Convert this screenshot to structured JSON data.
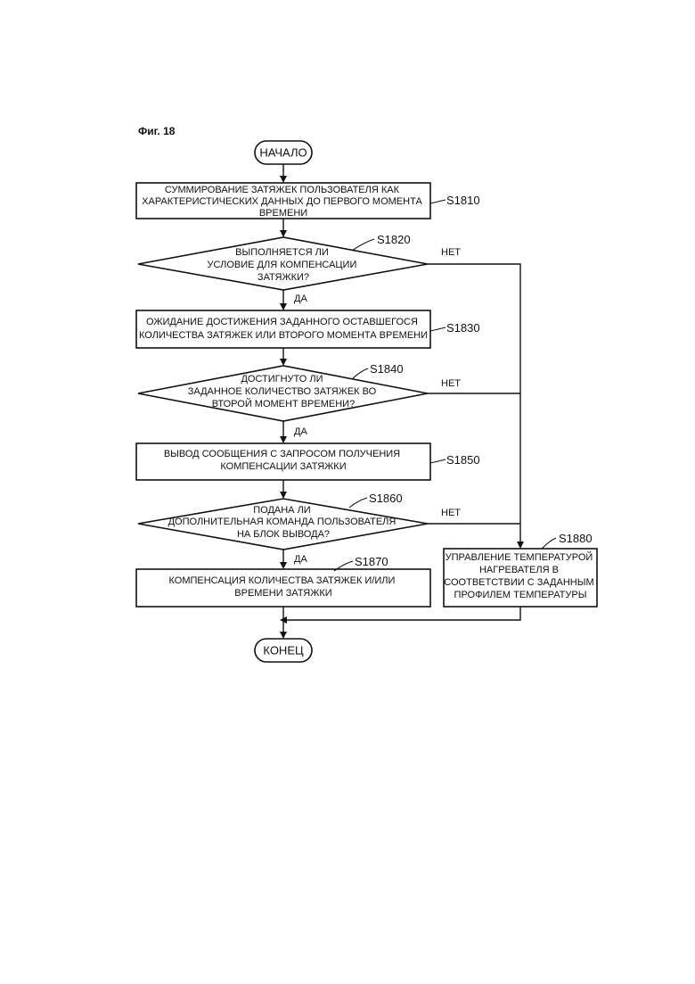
{
  "figure": {
    "title": "Фиг. 18"
  },
  "terminals": {
    "start": "НАЧАЛО",
    "end": "КОНЕЦ"
  },
  "branch_labels": {
    "yes": "ДА",
    "no": "НЕТ"
  },
  "steps": {
    "s1810": {
      "id": "S1810",
      "lines": [
        "СУММИРОВАНИЕ ЗАТЯЖЕК ПОЛЬЗОВАТЕЛЯ КАК",
        "ХАРАКТЕРИСТИЧЕСКИХ ДАННЫХ ДО ПЕРВОГО МОМЕНТА",
        "ВРЕМЕНИ"
      ]
    },
    "s1820": {
      "id": "S1820",
      "lines": [
        "ВЫПОЛНЯЕТСЯ ЛИ",
        "УСЛОВИЕ ДЛЯ КОМПЕНСАЦИИ",
        "ЗАТЯЖКИ?"
      ]
    },
    "s1830": {
      "id": "S1830",
      "lines": [
        "ОЖИДАНИЕ ДОСТИЖЕНИЯ ЗАДАННОГО ОСТАВШЕГОСЯ",
        "КОЛИЧЕСТВА ЗАТЯЖЕК ИЛИ ВТОРОГО МОМЕНТА ВРЕМЕНИ"
      ]
    },
    "s1840": {
      "id": "S1840",
      "lines": [
        "ДОСТИГНУТО ЛИ",
        "ЗАДАННОЕ КОЛИЧЕСТВО ЗАТЯЖЕК ВО",
        "ВТОРОЙ МОМЕНТ ВРЕМЕНИ?"
      ]
    },
    "s1850": {
      "id": "S1850",
      "lines": [
        "ВЫВОД СООБЩЕНИЯ С ЗАПРОСОМ ПОЛУЧЕНИЯ",
        "КОМПЕНСАЦИИ ЗАТЯЖКИ"
      ]
    },
    "s1860": {
      "id": "S1860",
      "lines": [
        "ПОДАНА ЛИ",
        "ДОПОЛНИТЕЛЬНАЯ КОМАНДА ПОЛЬЗОВАТЕЛЯ",
        "НА БЛОК ВЫВОДА?"
      ]
    },
    "s1870": {
      "id": "S1870",
      "lines": [
        "КОМПЕНСАЦИЯ КОЛИЧЕСТВА ЗАТЯЖЕК И/ИЛИ",
        "ВРЕМЕНИ ЗАТЯЖКИ"
      ]
    },
    "s1880": {
      "id": "S1880",
      "lines": [
        "УПРАВЛЕНИЕ ТЕМПЕРАТУРОЙ",
        "НАГРЕВАТЕЛЯ В",
        "СООТВЕТСТВИИ С ЗАДАННЫМ",
        "ПРОФИЛЕМ ТЕМПЕРАТУРЫ"
      ]
    }
  }
}
